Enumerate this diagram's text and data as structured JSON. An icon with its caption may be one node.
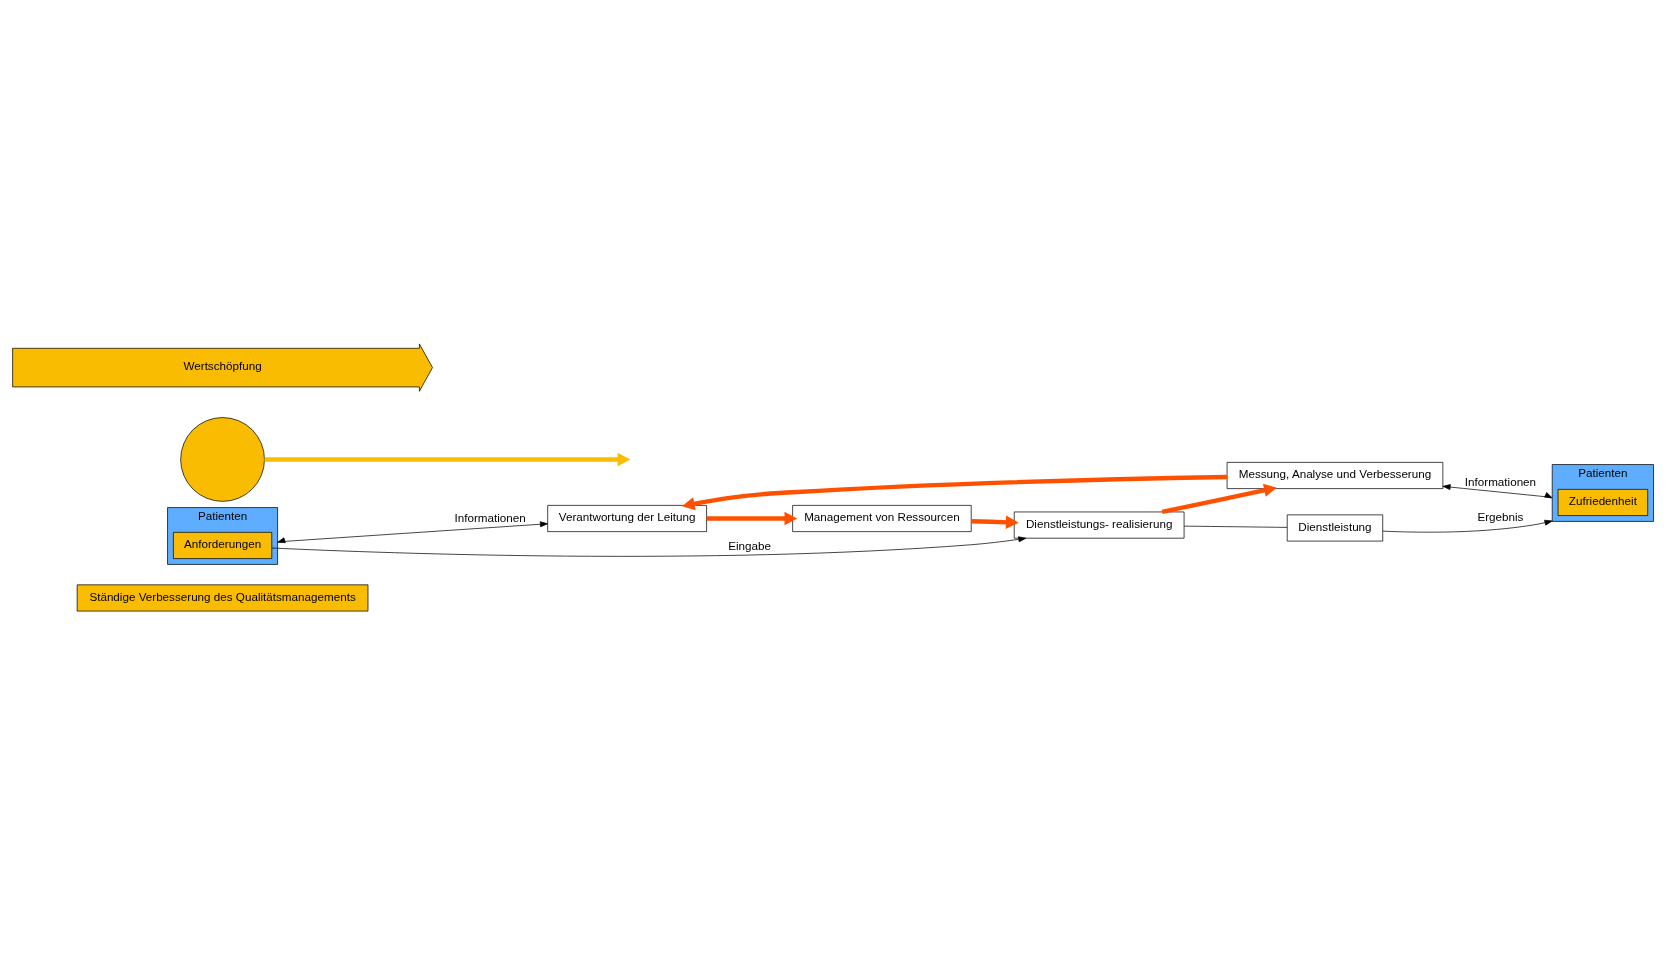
{
  "diagram": {
    "nodes": [
      {
        "text": [
          "Ständige Verbesserung des Qualitätsmanagements"
        ]
      },
      {
        "text": [
          "Patienten"
        ]
      },
      {
        "text": [
          "Anforderungen"
        ],
        "in": 1
      },
      {
        "text": [],
        "shape": "circle"
      },
      {
        "text": [
          "Verantwortung der Leitung"
        ]
      },
      {
        "text": [
          "Management von Ressourcen"
        ]
      },
      {
        "text": [
          "Dienstleistungs- realisierung"
        ]
      },
      {
        "text": [
          "Messung, Analyse und Verbesserung"
        ]
      },
      {
        "text": [
          "Dienstleistung"
        ]
      },
      {
        "text": [
          "Patienten"
        ]
      },
      {
        "text": [
          "Zufriedenheit"
        ],
        "in": 9
      },
      {
        "text": [
          "Wertschöpfung"
        ]
      }
    ],
    "edges": [
      {
        "from": 1,
        "to": 4,
        "arrow": "both",
        "label": "Informationen"
      },
      {
        "from": 4,
        "to": 5,
        "arrow": "to",
        "style": "thick",
        "color": "#ff5000"
      },
      {
        "from": 5,
        "to": 6,
        "arrow": "to",
        "style": "thick",
        "color": "#ff5000"
      },
      {
        "from": 6,
        "to": 7,
        "arrow": "to",
        "style": "thick",
        "color": "#ff5000"
      },
      {
        "from": 7,
        "to": 4,
        "arrow": "to",
        "style": "thick",
        "color": "#ff5000"
      },
      {
        "from": 2,
        "to": 6,
        "arrow": "to",
        "label": "Eingabe"
      },
      {
        "from": 6,
        "to": 8,
        "arrow": "none"
      },
      {
        "from": 8,
        "to": 9,
        "arrow": "to",
        "label": "Ergebnis"
      },
      {
        "from": 7,
        "to": 9,
        "arrow": "both",
        "label": "Informationen"
      },
      {
        "from": 3,
        "to": null,
        "arrow": "to",
        "style": "thick",
        "color": "#f9bc00"
      }
    ]
  }
}
